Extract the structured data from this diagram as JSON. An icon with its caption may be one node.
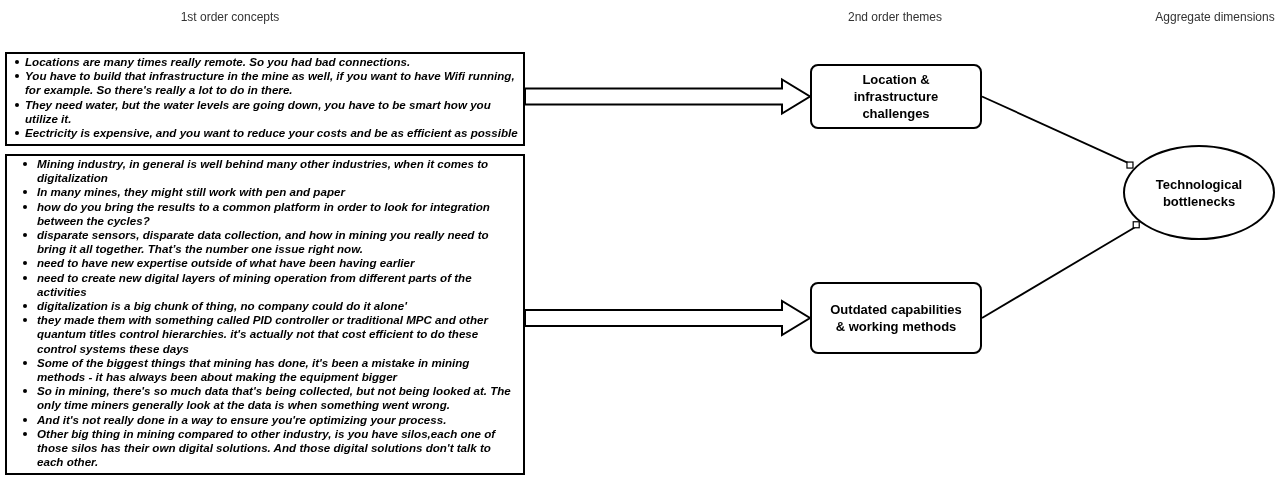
{
  "diagram": {
    "nodes": [
      {
        "text": [
          "Locations are many times really remote. So you had bad connections.",
          "You have to build that infrastructure in the mine as well, if you want to have Wifi running, for example. So there's really a lot to do in there.",
          "They need water, but the water levels are going down, you have to be smart how you utilize it.",
          "Eectricity is expensive, and you want to reduce your costs and be as efficient as possible"
        ]
      },
      {
        "text": [
          "Mining industry, in general is well behind many other industries, when it comes to digitalization",
          "In many mines, they might still work with pen and paper",
          "how do you bring the results to a common platform in order to look for integration between the cycles?",
          "disparate sensors, disparate data collection, and how in mining you really need to bring it all together. That’s the number one issue right now.",
          "need  to have new expertise outside of what have been having earlier",
          "need to create new digital layers of mining operation from different parts of the activities",
          "digitalization is a big chunk of thing, no company could do it alone'",
          "they made them with something called PID controller or traditional MPC and other quantum titles control hierarchies. it's actually not that cost efficient to do these control systems these days",
          "Some of the biggest things that mining has done, it's been a mistake in mining methods - it has always been about making the equipment bigger",
          "So in mining, there's so much data that's being collected, but not being looked at. The only time miners generally look at the data is when something went wrong.",
          "And it's not really done in a way to ensure you're optimizing your process.",
          "Other big thing in mining compared to other industry, is you have silos,each one of those silos has their own digital solutions. And those digital solutions don't talk to each other."
        ]
      },
      {
        "text": [
          "Location & infrastructure challenges"
        ]
      },
      {
        "text": [
          "Outdated capabilities & working methods"
        ]
      },
      {
        "text": [
          "Technological bottlenecks"
        ]
      }
    ],
    "edges": [
      {
        "from": 0,
        "to": 2,
        "arrow": "to",
        "style": "thick"
      },
      {
        "from": 1,
        "to": 3,
        "arrow": "to",
        "style": "thick"
      },
      {
        "from": 2,
        "to": 4,
        "arrow": "other"
      },
      {
        "from": 3,
        "to": 4,
        "arrow": "other"
      }
    ],
    "labels": [
      "1st order concepts",
      "2nd order themes",
      "Aggregate dimensions"
    ]
  }
}
